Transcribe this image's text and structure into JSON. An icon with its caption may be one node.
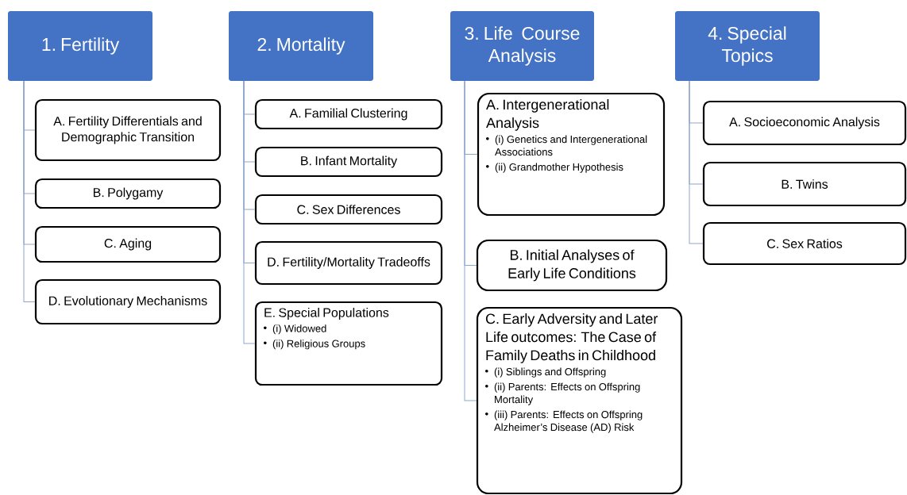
{
  "diagram": {
    "nodes": [
      {
        "text": [
          "1. Fertility"
        ]
      },
      {
        "text": [
          "A. Fertility Differentials and Demographic Transition"
        ]
      },
      {
        "text": [
          "B. Polygamy"
        ]
      },
      {
        "text": [
          "C. Aging"
        ]
      },
      {
        "text": [
          "D. Evolutionary Mechanisms"
        ]
      },
      {
        "text": [
          "2. Mortality"
        ]
      },
      {
        "text": [
          "A. Familial Clustering"
        ]
      },
      {
        "text": [
          "B. Infant Mortality"
        ]
      },
      {
        "text": [
          "C. Sex Differences"
        ]
      },
      {
        "text": [
          "D. Fertility/Mortality Tradeoffs"
        ]
      },
      {
        "text": [
          "E. Special Populations",
          "(i) Widowed",
          "(ii) Religious Groups"
        ]
      },
      {
        "text": [
          "3. Life Course Analysis"
        ]
      },
      {
        "text": [
          "A. Intergenerational Analysis",
          "(i) Genetics and Intergenerational Associations",
          "(ii) Grandmother Hypothesis"
        ]
      },
      {
        "text": [
          "B. Initial Analyses of Early Life Conditions"
        ]
      },
      {
        "text": [
          "C. Early Adversity and Later Life outcomes: The Case of Family Deaths in Childhood",
          "(i) Siblings and Offspring",
          "(ii) Parents: Effects on Offspring Mortality",
          "(iii) Parents: Effects on Offspring Alzheimer’s Disease (AD) Risk"
        ]
      },
      {
        "text": [
          "4. Special Topics"
        ]
      },
      {
        "text": [
          "A. Socioeconomic Analysis"
        ]
      },
      {
        "text": [
          "B. Twins"
        ]
      },
      {
        "text": [
          "C. Sex Ratios"
        ]
      }
    ],
    "edges": [
      {
        "from": 0,
        "to": 1,
        "arrow": "none"
      },
      {
        "from": 0,
        "to": 2,
        "arrow": "none"
      },
      {
        "from": 0,
        "to": 3,
        "arrow": "none"
      },
      {
        "from": 0,
        "to": 4,
        "arrow": "none"
      },
      {
        "from": 5,
        "to": 6,
        "arrow": "none"
      },
      {
        "from": 5,
        "to": 7,
        "arrow": "none"
      },
      {
        "from": 5,
        "to": 8,
        "arrow": "none"
      },
      {
        "from": 5,
        "to": 9,
        "arrow": "none"
      },
      {
        "from": 5,
        "to": 10,
        "arrow": "none"
      },
      {
        "from": 11,
        "to": 12,
        "arrow": "none"
      },
      {
        "from": 11,
        "to": 13,
        "arrow": "none"
      },
      {
        "from": 11,
        "to": 14,
        "arrow": "none"
      },
      {
        "from": 15,
        "to": 16,
        "arrow": "none"
      },
      {
        "from": 15,
        "to": 17,
        "arrow": "none"
      },
      {
        "from": 15,
        "to": 18,
        "arrow": "none"
      }
    ]
  }
}
